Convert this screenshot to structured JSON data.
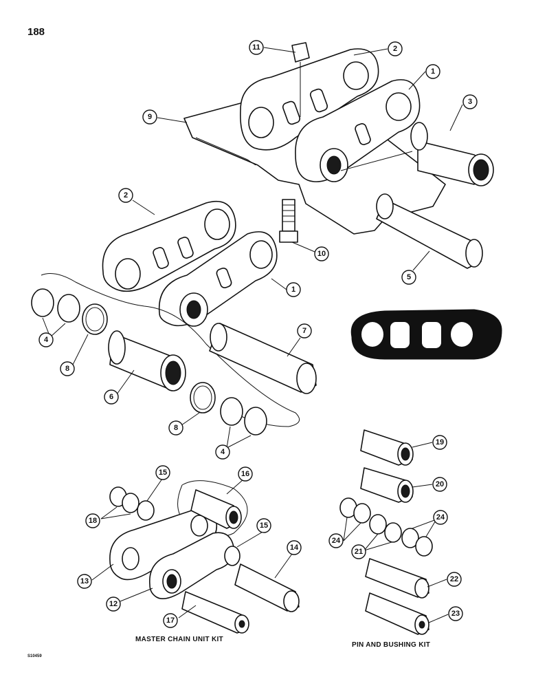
{
  "page": {
    "number": "188",
    "figure_code": "S10459"
  },
  "kits": [
    {
      "title": "MASTER CHAIN UNIT KIT"
    },
    {
      "title": "PIN AND BUSHING KIT"
    }
  ],
  "callouts": [
    "1",
    "2",
    "3",
    "4",
    "5",
    "6",
    "7",
    "8",
    "9",
    "10",
    "11",
    "12",
    "13",
    "14",
    "15",
    "16",
    "17",
    "18",
    "19",
    "20",
    "21",
    "22",
    "23",
    "24"
  ]
}
